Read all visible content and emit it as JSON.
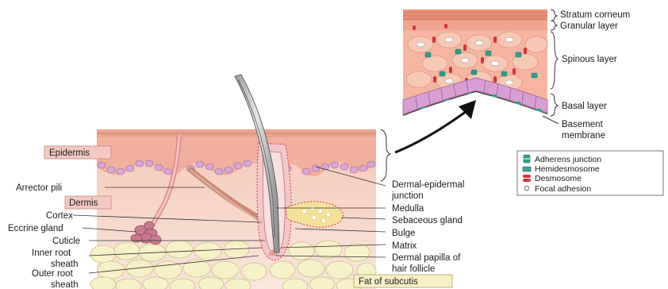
{
  "left_labels": {
    "epidermis": "Epidermis",
    "arrector_pili": "Arrector pili",
    "dermis": "Dermis",
    "cortex": "Cortex",
    "eccrine_gland": "Eccrine gland",
    "cuticle": "Cuticle",
    "inner_root_sheath": [
      "Inner root",
      "sheath"
    ],
    "outer_root_sheath": [
      "Outer root",
      "sheath"
    ]
  },
  "middle_labels": {
    "dermal_epidermal_junction": [
      "Dermal-epidermal",
      "junction"
    ],
    "medulla": "Medulla",
    "sebaceous_gland": "Sebaceous gland",
    "bulge": "Bulge",
    "matrix": "Matrix",
    "dermal_papilla": [
      "Dermal papilla of",
      "hair follicle"
    ],
    "fat_of_subcutis": "Fat of subcutis"
  },
  "inset_labels": {
    "stratum_corneum": "Stratum corneum",
    "granular_layer": "Granular layer",
    "spinous_layer": "Spinous layer",
    "basal_layer": "Basal layer",
    "basement_membrane": [
      "Basement",
      "membrane"
    ]
  },
  "legend": {
    "items": [
      {
        "label": "Adherens junction",
        "icon": "adherens-junction-icon",
        "color": "#2e9e8e"
      },
      {
        "label": "Hemidesmosome",
        "icon": "hemidesmosome-icon",
        "color": "#3aa39a"
      },
      {
        "label": "Desmosome",
        "icon": "desmosome-icon",
        "color": "#d8323c"
      },
      {
        "label": "Focal adhesion",
        "icon": "focal-adhesion-icon",
        "color": "#ffffff"
      }
    ]
  },
  "colors": {
    "epidermis": "#f2b4a0",
    "dermis": "#f7d9cc",
    "fat": "#f6f0c8",
    "tag_fill": "#f3c9c2",
    "desmosome": "#d8323c",
    "junction": "#2e9e8e"
  }
}
